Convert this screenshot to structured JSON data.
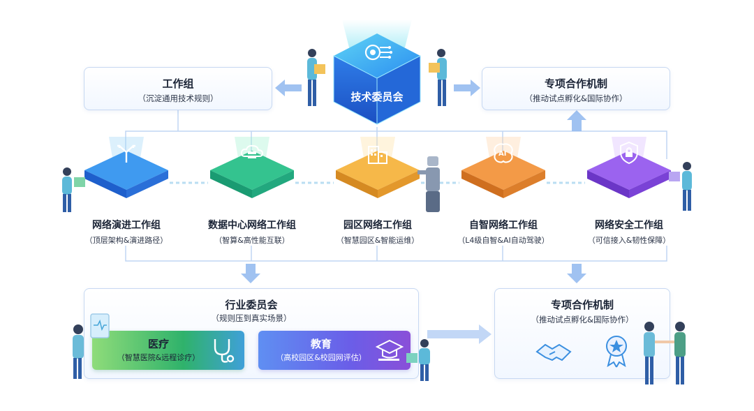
{
  "colors": {
    "tech": "#2f8bf0",
    "evolution": "#3a7ee8",
    "datacenter": "#28b890",
    "campus": "#f2a93a",
    "autonomous": "#f08a30",
    "security": "#8b55e6",
    "medical": "#44b86a",
    "education": "#5b6ee6",
    "line": "#c0d6f3",
    "arrow": "#8fb7ee"
  },
  "tech_committee": {
    "label": "技术委员会",
    "icon": "gear-circuit-icon"
  },
  "working_group": {
    "title": "工作组",
    "subtitle": "（沉淀通用技术规则）"
  },
  "special_top": {
    "title": "专项合作机制",
    "subtitle": "（推动试点孵化&国际协作）"
  },
  "groups": [
    {
      "title": "网络演进工作组",
      "subtitle": "（顶层架构&演进路径）",
      "icon": "branch-arrows-icon"
    },
    {
      "title": "数据中心网络工作组",
      "subtitle": "（智算&高性能互联）",
      "icon": "cloud-server-icon"
    },
    {
      "title": "园区网络工作组",
      "subtitle": "（智慧园区&智能运维）",
      "icon": "building-icon"
    },
    {
      "title": "自智网络工作组",
      "subtitle": "（L4级自智&AI自动驾驶）",
      "icon": "ai-brain-icon"
    },
    {
      "title": "网络安全工作组",
      "subtitle": "（可信接入&韧性保障）",
      "icon": "shield-lock-icon"
    }
  ],
  "industry": {
    "title": "行业委员会",
    "subtitle": "（规则压到真实场景）",
    "medical": {
      "title": "医疗",
      "subtitle": "（智慧医院&远程诊疗）",
      "icon": "stethoscope-icon"
    },
    "education": {
      "title": "教育",
      "subtitle": "（高校园区&校园网评估）",
      "icon": "graduation-cap-icon"
    }
  },
  "special_bottom": {
    "title": "专项合作机制",
    "subtitle": "（推动试点孵化&国际协作）"
  }
}
